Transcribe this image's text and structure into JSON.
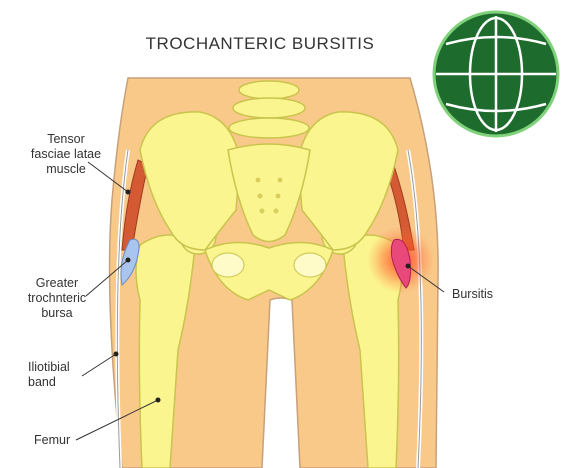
{
  "title": "TROCHANTERIC BURSITIS",
  "labels": {
    "tensor": "Tensor\nfasciae latae\nmuscle",
    "greater": "Greater\ntrochnteric\nbursa",
    "iliotibial": "Iliotibial\nband",
    "femur": "Femur",
    "bursitis": "Bursitis"
  },
  "colors": {
    "skin": "#f9c98a",
    "bone": "#fbf590",
    "bone_outline": "#c9c44c",
    "muscle": "#d45a33",
    "bursa_normal": "#a9c4ef",
    "bursa_inflamed": "#e8487a",
    "globe": "#1e6b2e"
  },
  "logo_icon": "globe-icon"
}
